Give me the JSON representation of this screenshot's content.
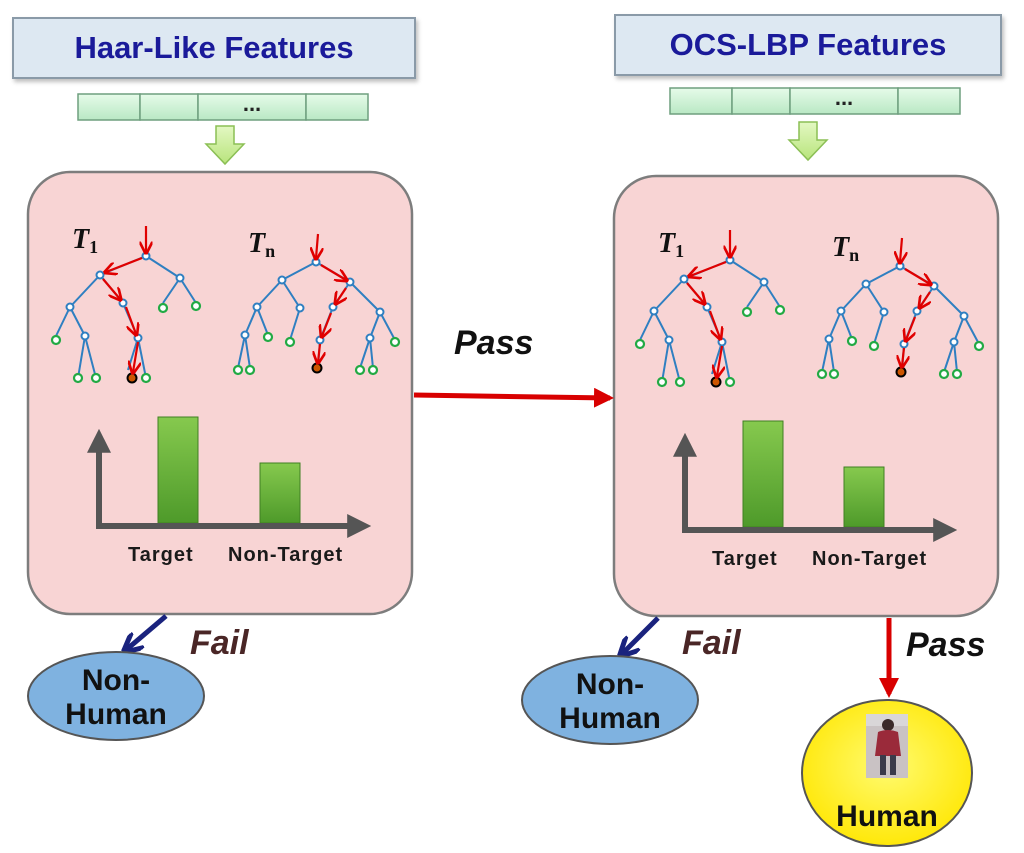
{
  "stages": [
    {
      "feature_title": "Haar-Like Features",
      "feature_cells": [
        "",
        "",
        "...",
        ""
      ],
      "trees": [
        {
          "symbol": "T",
          "subscript": "1"
        },
        {
          "symbol": "T",
          "subscript": "n"
        }
      ],
      "histogram": {
        "categories": [
          "Target",
          "Non-Target"
        ],
        "values": [
          1.0,
          0.57
        ]
      },
      "fail_label": "Fail",
      "fail_outcome": "Non-\nHuman"
    },
    {
      "feature_title": "OCS-LBP Features",
      "feature_cells": [
        "",
        "",
        "...",
        ""
      ],
      "trees": [
        {
          "symbol": "T",
          "subscript": "1"
        },
        {
          "symbol": "T",
          "subscript": "n"
        }
      ],
      "histogram": {
        "categories": [
          "Target",
          "Non-Target"
        ],
        "values": [
          1.0,
          0.57
        ]
      },
      "fail_label": "Fail",
      "fail_outcome": "Non-\nHuman",
      "pass_label": "Pass",
      "pass_outcome": "Human"
    }
  ],
  "between_stage_label": "Pass",
  "colors": {
    "panel_fill": "#f8d4d4",
    "feature_cell": "#d4f3dc",
    "bar_fill": "#6fb53a",
    "pass_arrow": "#d80000",
    "fail_arrow": "#1a237e",
    "nonhuman_fill": "#7fb2e0",
    "human_fill": "#fff200",
    "tree_edge": "#2f7fc1",
    "tree_leaf": "#22aa44"
  }
}
